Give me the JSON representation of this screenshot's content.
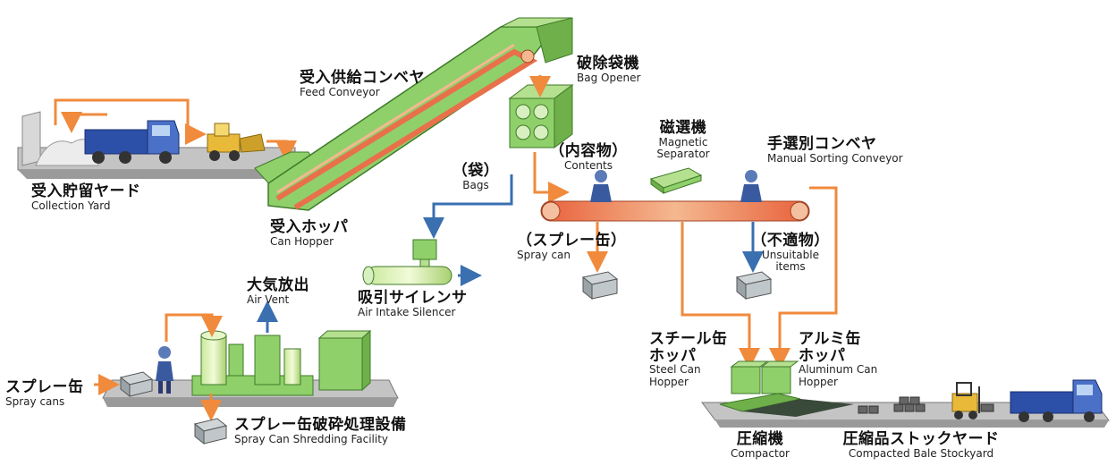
{
  "labels": {
    "feed_conveyor": {
      "jp": "受入供給コンベヤ",
      "en": "Feed Conveyor"
    },
    "bag_opener": {
      "jp": "破除袋機",
      "en": "Bag Opener"
    },
    "collection_yard": {
      "jp": "受入貯留ヤード",
      "en": "Collection Yard"
    },
    "can_hopper": {
      "jp": "受入ホッパ",
      "en": "Can Hopper"
    },
    "bags": {
      "jp": "（袋）",
      "en": "Bags"
    },
    "contents": {
      "jp": "（内容物）",
      "en": "Contents"
    },
    "magnetic_separator": {
      "jp": "磁選機",
      "en1": "Magnetic",
      "en2": "Separator"
    },
    "manual_sorting_conveyor": {
      "jp": "手選別コンベヤ",
      "en": "Manual Sorting Conveyor"
    },
    "spray_can": {
      "jp": "（スプレー缶）",
      "en": "Spray can"
    },
    "unsuitable_items": {
      "jp": "（不適物）",
      "en1": "Unsuitable",
      "en2": "items"
    },
    "air_intake_silencer": {
      "jp": "吸引サイレンサ",
      "en": "Air Intake Silencer"
    },
    "air_vent": {
      "jp": "大気放出",
      "en": "Air Vent"
    },
    "spray_cans": {
      "jp": "スプレー缶",
      "en": "Spray cans"
    },
    "shredding_facility": {
      "jp": "スプレー缶破砕処理設備",
      "en": "Spray Can Shredding Facility"
    },
    "steel_can_hopper": {
      "jp1": "スチール缶",
      "jp2": "ホッパ",
      "en1": "Steel Can",
      "en2": "Hopper"
    },
    "aluminum_can_hopper": {
      "jp1": "アルミ缶",
      "jp2": "ホッパ",
      "en1": "Aluminum Can",
      "en2": "Hopper"
    },
    "compactor": {
      "jp": "圧縮機",
      "en": "Compactor"
    },
    "bale_stockyard": {
      "jp": "圧縮品ストックヤード",
      "en": "Compacted Bale Stockyard"
    }
  },
  "colors": {
    "flow_orange": "#f08a3c",
    "air_blue": "#3a6fb0",
    "machine_green": "#8fd06a",
    "machine_green_dark": "#4f9a3a",
    "conveyor_salmon": "#f2a070",
    "floor_grey": "#b5b5b5",
    "truck_blue": "#2c4fa8"
  }
}
